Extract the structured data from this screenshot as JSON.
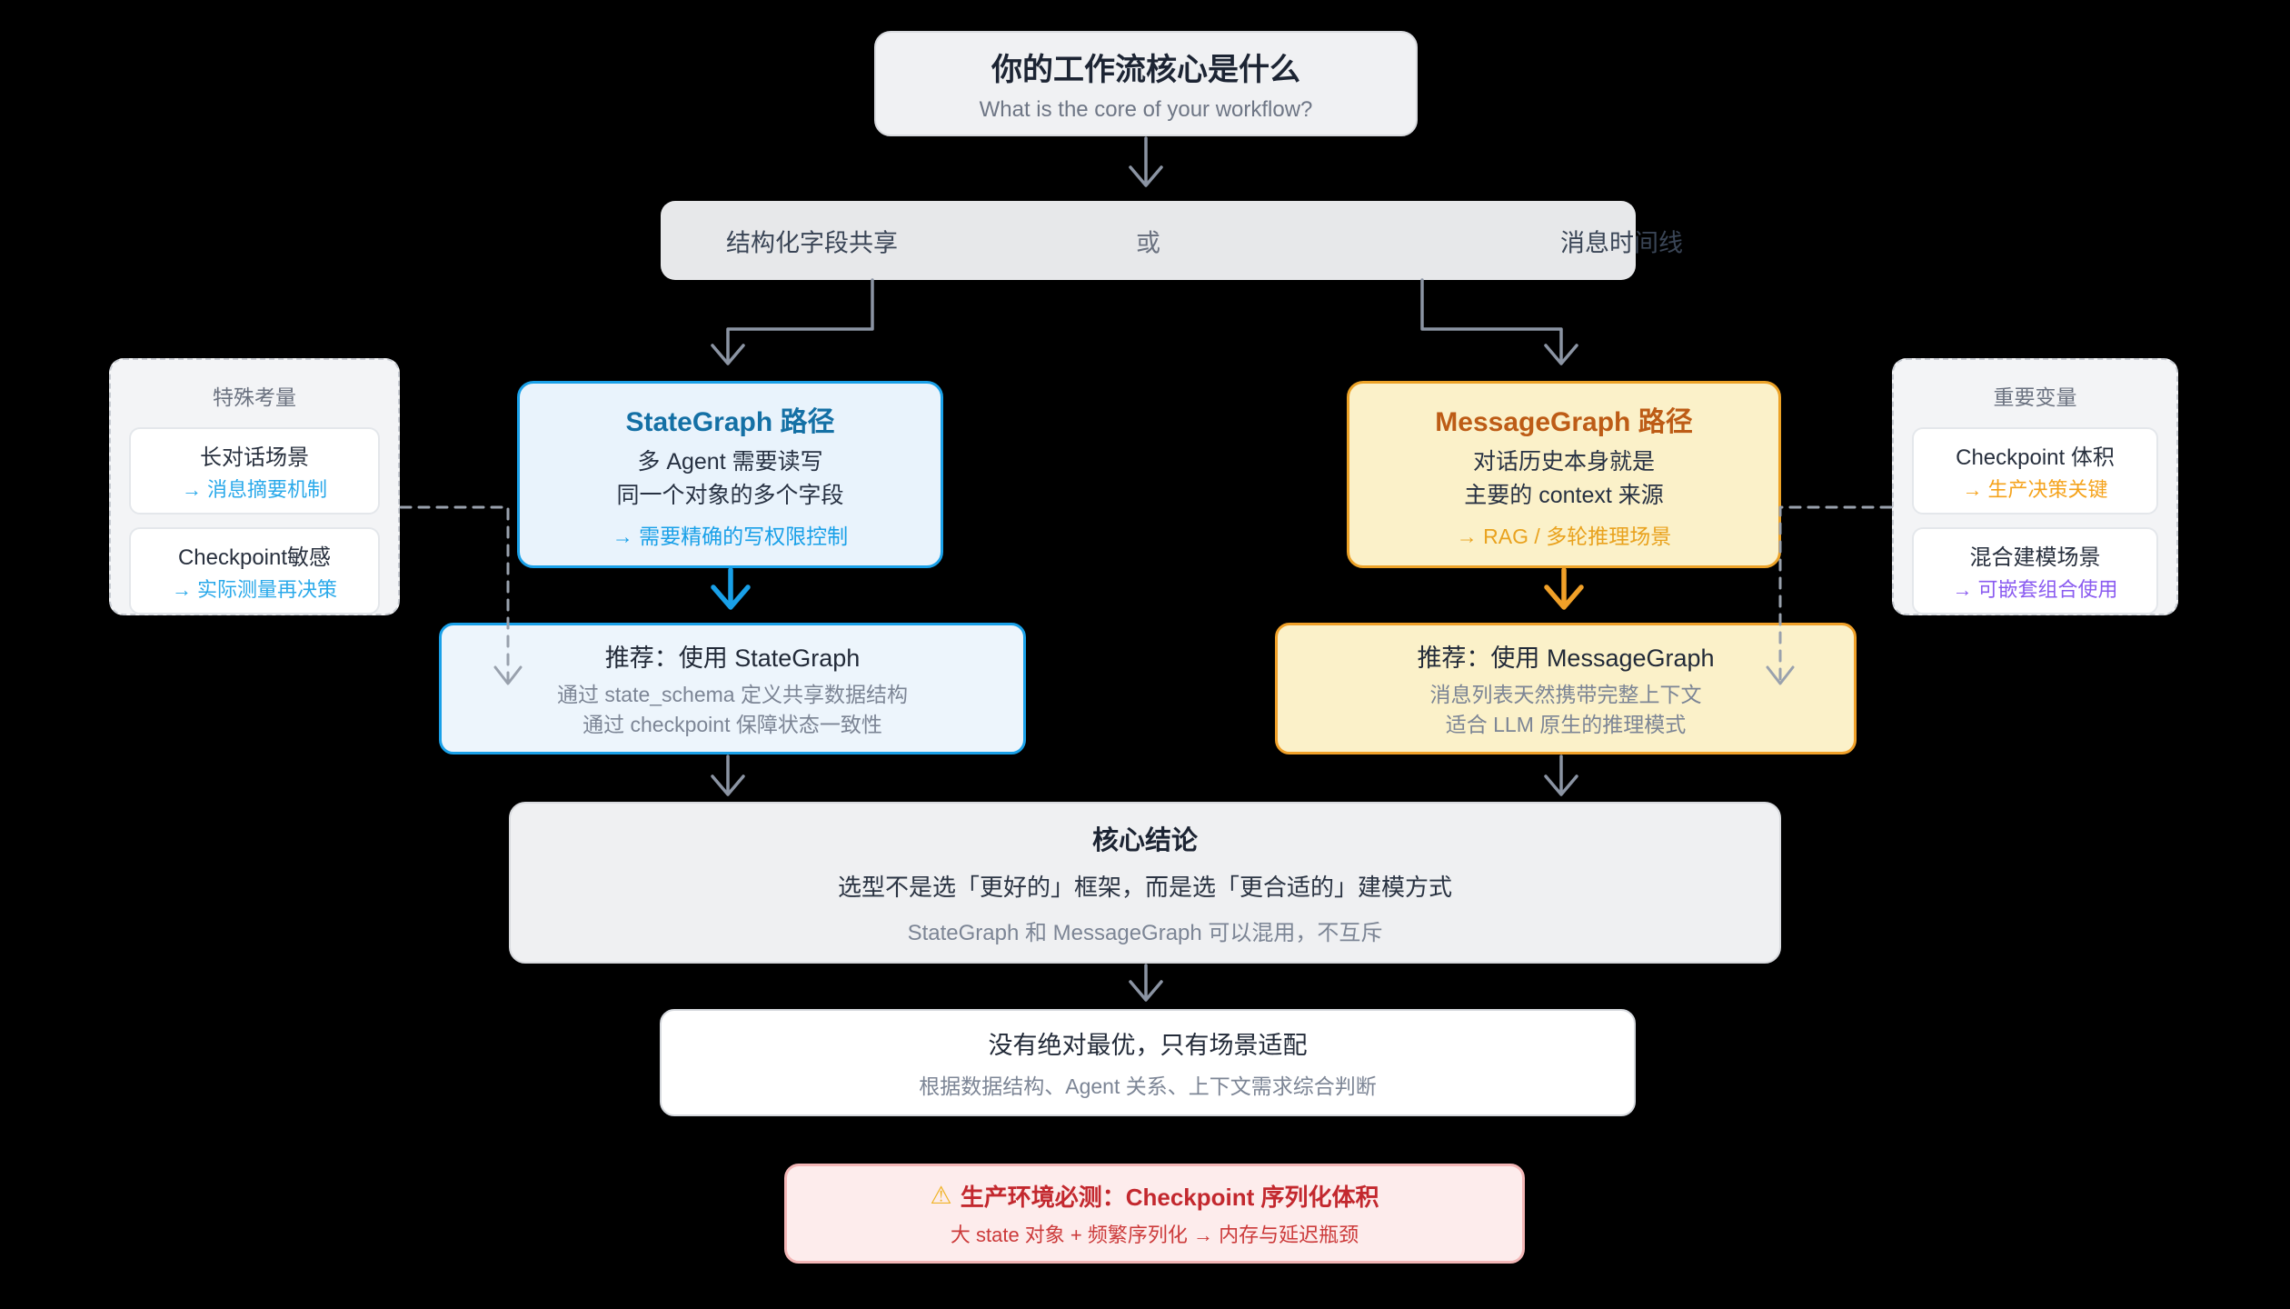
{
  "colors": {
    "background": "#000000",
    "blue_accent": "#19a0e8",
    "blue_title": "#1470a5",
    "orange_accent": "#f0a028",
    "orange_title": "#bd5c16",
    "purple_accent": "#8a5bf0",
    "red_accent": "#c3282e",
    "gray_connector": "#8b94a3"
  },
  "root_question": {
    "title": "你的工作流核心是什么",
    "subtitle": "What is the core of your workflow?"
  },
  "choice_bar": {
    "left_option": "结构化字段共享",
    "or_label": "或",
    "right_option": "消息时间线"
  },
  "stategraph_path": {
    "title": "StateGraph 路径",
    "line1": "多 Agent 需要读写",
    "line2": "同一个对象的多个字段",
    "note": "→ 需要精确的写权限控制"
  },
  "messagegraph_path": {
    "title": "MessageGraph 路径",
    "line1": "对话历史本身就是",
    "line2": "主要的 context 来源",
    "note": "→ RAG / 多轮推理场景"
  },
  "special_considerations": {
    "title": "特殊考量",
    "items": [
      {
        "label": "长对话场景",
        "note": "→ 消息摘要机制"
      },
      {
        "label": "Checkpoint敏感",
        "note": "→ 实际测量再决策"
      }
    ]
  },
  "important_variables": {
    "title": "重要变量",
    "items": [
      {
        "label": "Checkpoint 体积",
        "note": "→ 生产决策关键"
      },
      {
        "label": "混合建模场景",
        "note": "→ 可嵌套组合使用"
      }
    ]
  },
  "stategraph_recommendation": {
    "title": "推荐：使用 StateGraph",
    "line1": "通过 state_schema 定义共享数据结构",
    "line2": "通过 checkpoint 保障状态一致性"
  },
  "messagegraph_recommendation": {
    "title": "推荐：使用 MessageGraph",
    "line1": "消息列表天然携带完整上下文",
    "line2": "适合 LLM 原生的推理模式"
  },
  "core_conclusion": {
    "title": "核心结论",
    "line1": "选型不是选「更好的」框架，而是选「更合适的」建模方式",
    "line2": "StateGraph 和 MessageGraph 可以混用，不互斥"
  },
  "final_verdict": {
    "title": "没有绝对最优，只有场景适配",
    "subtitle": "根据数据结构、Agent 关系、上下文需求综合判断"
  },
  "warning": {
    "icon": "⚠",
    "title": "生产环境必测：Checkpoint 序列化体积",
    "subtitle": "大 state 对象 + 频繁序列化 → 内存与延迟瓶颈"
  }
}
